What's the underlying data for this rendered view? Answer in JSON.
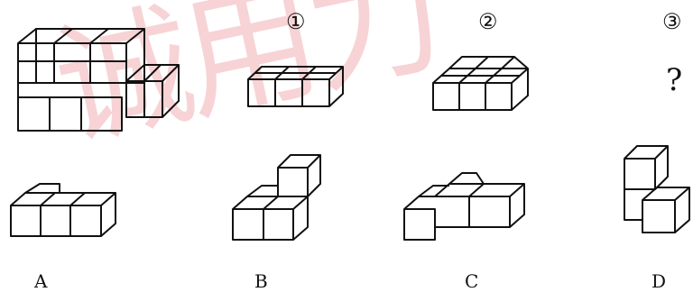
{
  "watermark": "诚用力",
  "sequence_labels": [
    "①",
    "②",
    "③"
  ],
  "question_mark": "?",
  "option_labels": [
    "A",
    "B",
    "C",
    "D"
  ],
  "colors": {
    "stroke": "#111111",
    "watermark": "#e6788266"
  }
}
